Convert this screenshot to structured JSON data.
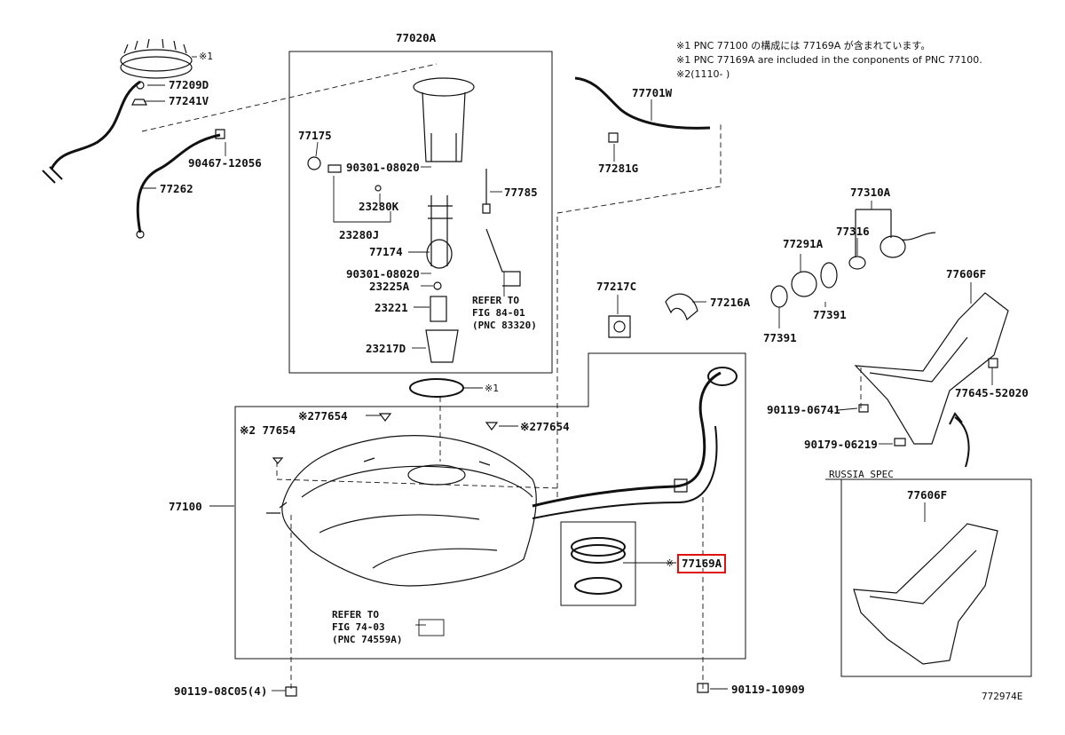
{
  "notes": {
    "line1": "※1 PNC 77100 の構成には 77169A が含まれています。",
    "line2": "※1 PNC 77169A are included in the conponents of PNC 77100.",
    "line3": "※2(1110-     )"
  },
  "labels": {
    "p77020A": "77020A",
    "p77209D": "77209D",
    "p77241V": "77241V",
    "p90467": "90467-12056",
    "p77262": "77262",
    "p77175": "77175",
    "p90301a": "90301-08020",
    "p77785": "77785",
    "p23280K": "23280K",
    "p23280J": "23280J",
    "p77174": "77174",
    "p90301b": "90301-08020",
    "p23225A": "23225A",
    "p23221": "23221",
    "p23217D": "23217D",
    "refer1a": "REFER TO",
    "refer1b": "FIG 84-01",
    "refer1c": "(PNC 83320)",
    "p77701W": "77701W",
    "p77281G": "77281G",
    "p77310A": "77310A",
    "p77291A": "77291A",
    "p77316": "77316",
    "p77391a": "77391",
    "p77391b": "77391",
    "p77606F": "77606F",
    "p77645": "77645-52020",
    "p90119_06741": "90119-06741",
    "p90179": "90179-06219",
    "russia": "RUSSIA SPEC",
    "p77606F_r": "77606F",
    "p77217C": "77217C",
    "p77216A": "77216A",
    "s1ring": "※1",
    "s1top": "※1",
    "p277654a": "※277654",
    "p277654b": "※277654",
    "p277654c": "※2 77654",
    "p77100": "77100",
    "p77169A_mark": "※",
    "p77169A": "77169A",
    "refer2a": "REFER TO",
    "refer2b": "FIG 74-03",
    "refer2c": "(PNC 74559A)",
    "p90119_08C05": "90119-08C05(4)",
    "p90119_10909": "90119-10909",
    "figno": "772974E"
  },
  "icons": [
    "lock-ring-icon",
    "fuel-pump-assembly-icon",
    "fuel-tank-icon",
    "filler-pipe-icon",
    "fuel-cap-icon",
    "protector-icon",
    "bolt-icon",
    "hose-icon"
  ],
  "highlight_color": "#e01010"
}
